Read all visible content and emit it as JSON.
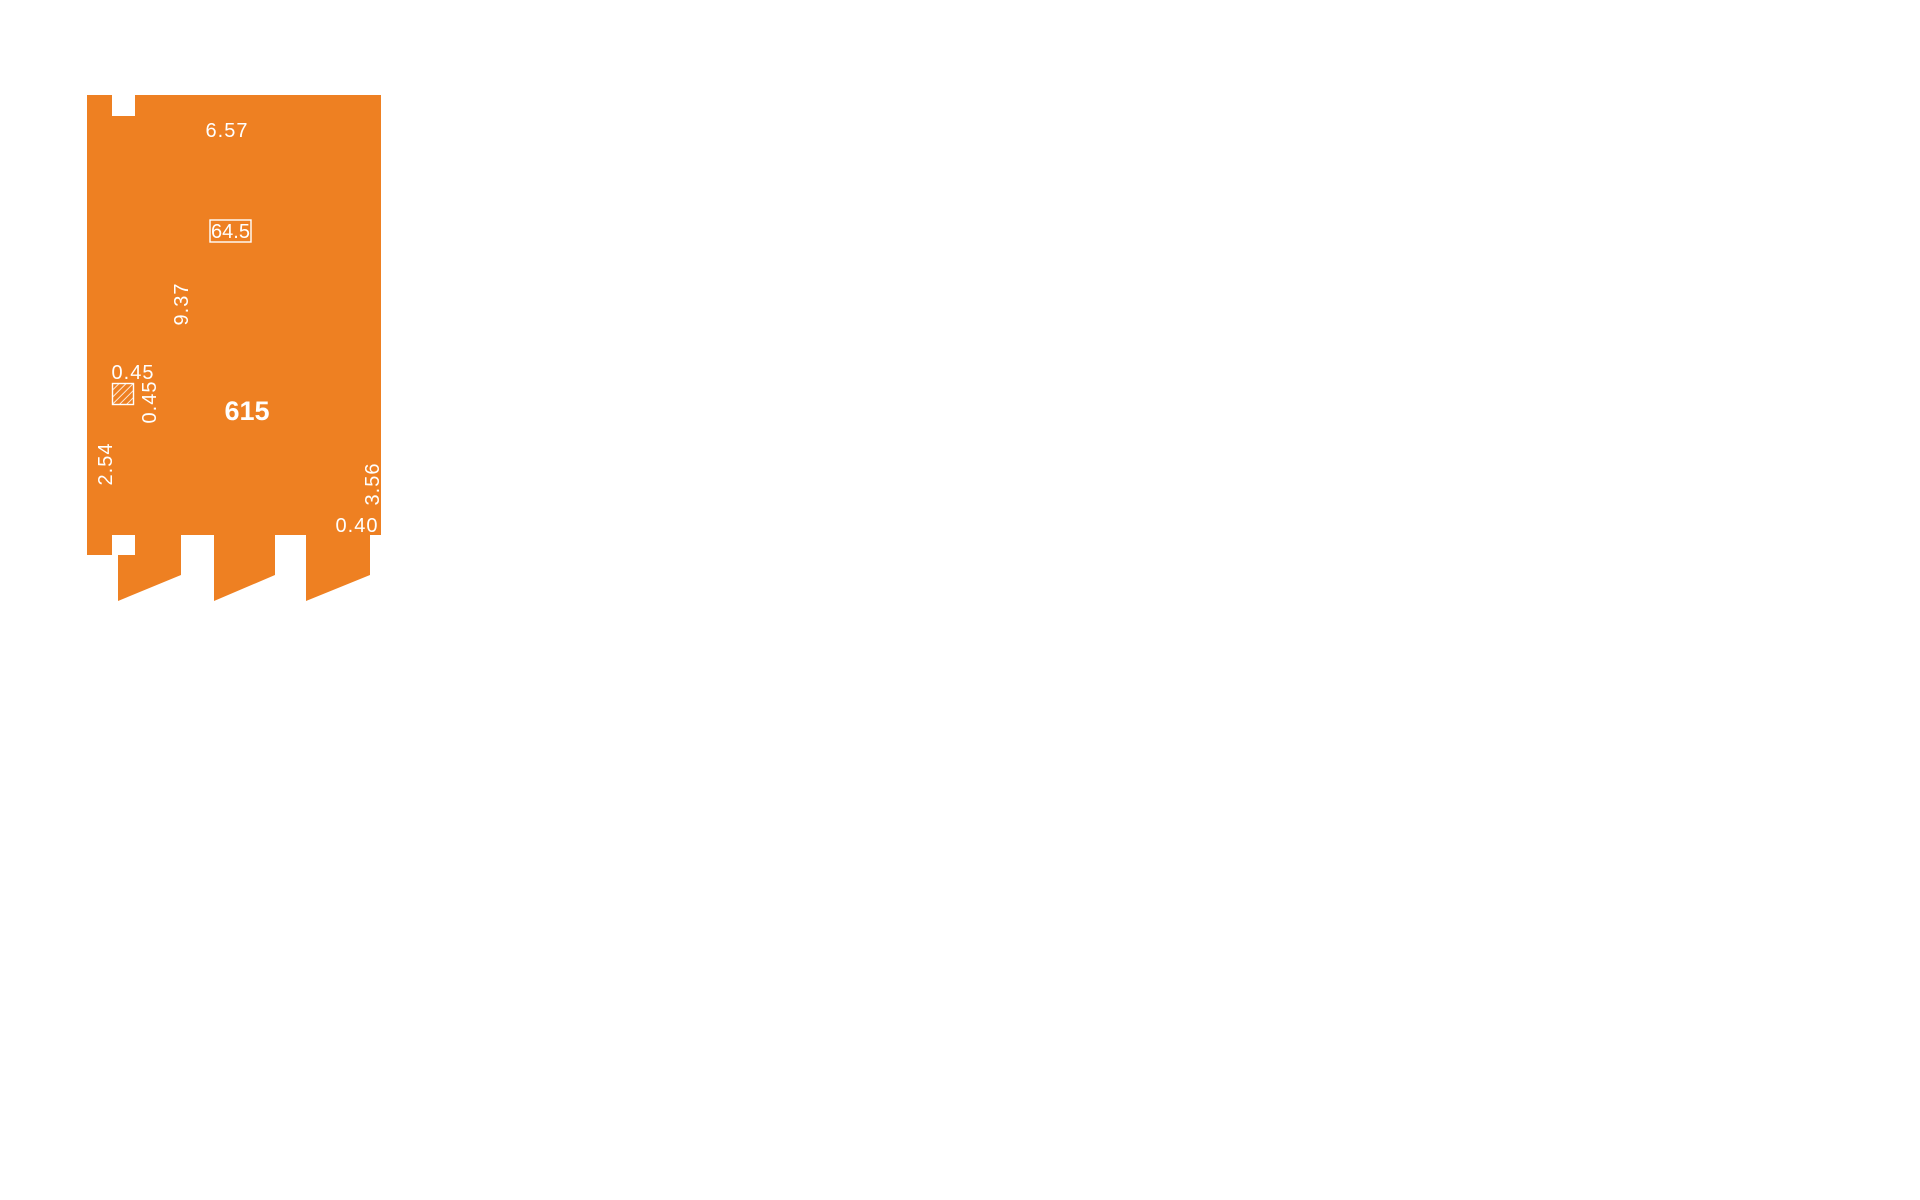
{
  "plan": {
    "room_number": "615",
    "area": "64.5",
    "fill_color": "#EE8022",
    "text_color": "#FFFFFF",
    "dimensions": {
      "top_width": "6.57",
      "inner_height": "9.37",
      "left_lower": "2.54",
      "right_lower": "3.56",
      "bottom_right": "0.40",
      "column_width": "0.45",
      "column_height": "0.45"
    }
  }
}
